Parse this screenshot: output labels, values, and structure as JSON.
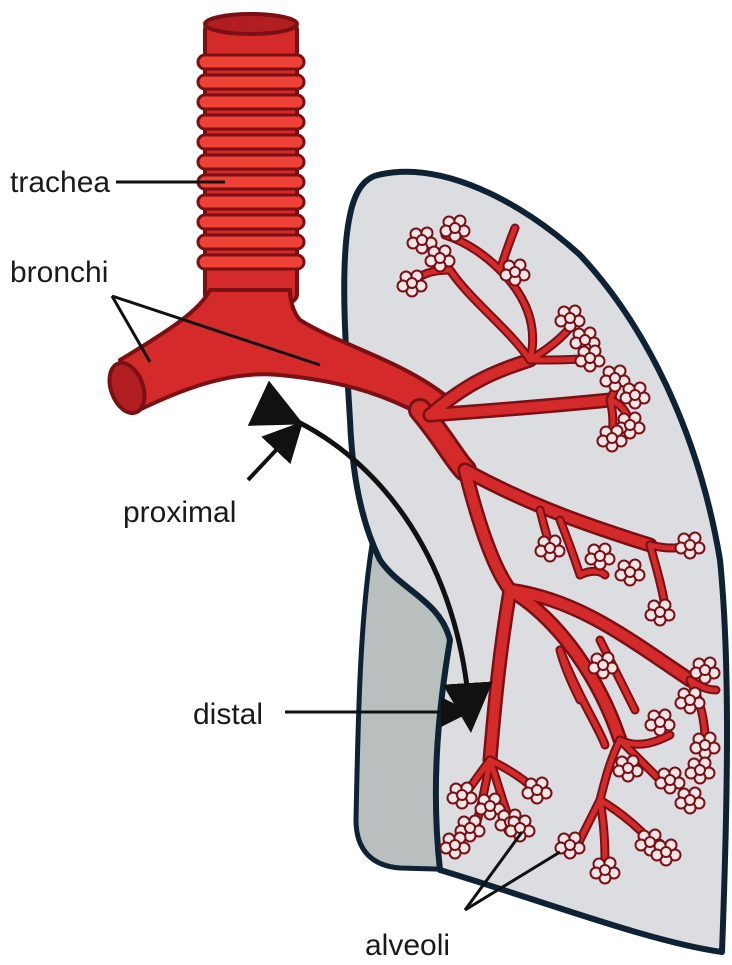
{
  "labels": {
    "trachea": "trachea",
    "bronchi": "bronchi",
    "proximal": "proximal",
    "distal": "distal",
    "alveoli": "alveoli"
  },
  "colors": {
    "airway": "#d42a2a",
    "airway_dark": "#7a0f14",
    "ring": "#ef4236",
    "lung_fill": "#dcdde1",
    "lung_back": "#b9bfbf",
    "lung_outline": "#0f2233",
    "label_text": "#1a1a1a"
  }
}
